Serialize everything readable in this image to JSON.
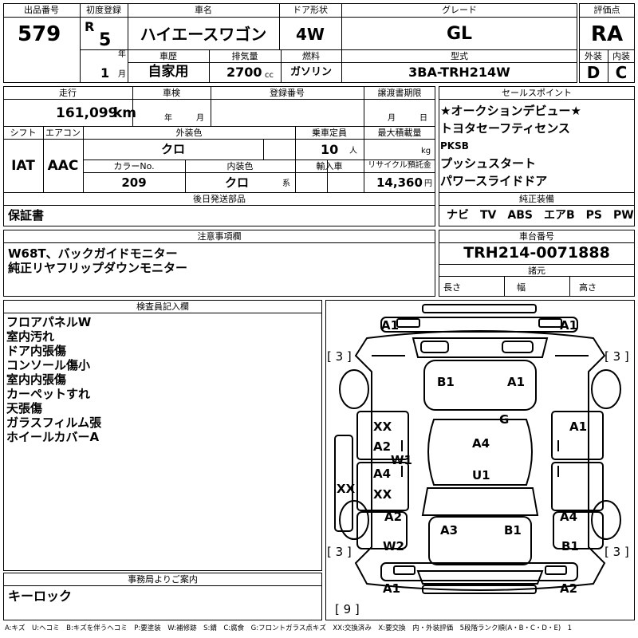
{
  "header": {
    "lot_number_label": "出品番号",
    "lot_number": "579",
    "first_reg_label": "初度登録",
    "era": "R",
    "year": "5",
    "year_unit": "年",
    "month": "1",
    "month_unit": "月",
    "car_name_label": "車名",
    "car_name": "ハイエースワゴン",
    "door_label": "ドア形状",
    "door": "4W",
    "grade_label": "グレード",
    "grade": "GL",
    "score_label": "評価点",
    "score": "RA",
    "history_label": "車歴",
    "history": "自家用",
    "displacement_label": "排気量",
    "displacement": "2700",
    "displacement_unit": "cc",
    "fuel_label": "燃料",
    "fuel": "ガソリン",
    "model_label": "型式",
    "model": "3BA-TRH214W",
    "exterior_label": "外装",
    "exterior_grade": "D",
    "interior_label": "内装",
    "interior_grade": "C"
  },
  "details": {
    "mileage_label": "走行",
    "mileage": "161,099",
    "mileage_unit": "km",
    "inspection_label": "車検",
    "inspection_year_unit": "年",
    "inspection_month_unit": "月",
    "registration_label": "登録番号",
    "transfer_label": "譲渡書期限",
    "transfer_month_unit": "月",
    "transfer_day_unit": "日",
    "shift_label": "シフト",
    "shift": "IAT",
    "aircon_label": "エアコン",
    "aircon": "AAC",
    "ext_color_label": "外装色",
    "ext_color": "クロ",
    "capacity_label": "乗車定員",
    "capacity": "10",
    "capacity_unit": "人",
    "max_load_label": "最大積載量",
    "max_load_unit": "kg",
    "color_no_label": "カラーNo.",
    "color_no": "209",
    "int_color_label": "内装色",
    "int_color": "クロ",
    "int_color_unit": "系",
    "import_label": "輸入車",
    "recycle_label": "リサイクル預託金",
    "recycle": "14,360",
    "recycle_unit": "円",
    "later_parts_label": "後日発送部品",
    "later_parts": "保証書"
  },
  "sales_points": {
    "label": "セールスポイント",
    "items": [
      "★オークションデビュー★",
      "トヨタセーフティセンス",
      "PKSB",
      "プッシュスタート",
      "パワースライドドア"
    ]
  },
  "equipment": {
    "label": "純正装備",
    "items": "ナビ　TV　ABS　エアB　PS　PW"
  },
  "notes": {
    "label": "注意事項欄",
    "lines": [
      "W68T、バックガイドモニター",
      "純正リヤフリップダウンモニター"
    ]
  },
  "chassis": {
    "label": "車台番号",
    "number": "TRH214-0071888",
    "specs_label": "諸元",
    "length_label": "長さ",
    "width_label": "幅",
    "height_label": "高さ"
  },
  "inspector": {
    "label": "検査員記入欄",
    "lines": [
      "フロアパネルW",
      "室内汚れ",
      "ドア内張傷",
      "コンソール傷小",
      "室内内張傷",
      "カーペットすれ",
      "天張傷",
      "ガラスフィルム張",
      "ホイールカバーA"
    ]
  },
  "diagram": {
    "labels": {
      "front_left": "A1",
      "front_right": "A1",
      "front_left_tire": "[ 3 ]",
      "front_right_tire": "[ 3 ]",
      "hood_left": "B1",
      "hood_right": "A1",
      "windshield": "G",
      "fl_door_1": "XX",
      "fl_door_2": "A2",
      "pillar_left": "W1",
      "rl_door_1": "A4",
      "rl_door_2": "XX",
      "left_rocker": "XX",
      "roof_front": "A4",
      "roof_rear": "U1",
      "right_door_front": "A1",
      "rear_left_fender": "A2",
      "rear_left_quarter": "W2",
      "rear_right_fender": "A4",
      "rear_right_quarter": "B1",
      "back_door_left": "A3",
      "back_door_right": "B1",
      "rear_left_tire": "[ 3 ]",
      "rear_right_tire": "[ 3 ]",
      "rear_bumper_left": "A1",
      "rear_bumper_right": "A2",
      "spare_tire": "[ 9 ]"
    }
  },
  "office": {
    "label": "事務局よりご案内",
    "text": "キーロック"
  },
  "legend": "A:キズ　U:ヘコミ　B:キズを伴うヘコミ　P:要塗装　W:補修跡　S:錆　C:腐食　G:フロントガラス点キズ　XX:交換済み　X:要交換　内・外装評価　5段階ランク順(A・B・C・D・E)　1"
}
